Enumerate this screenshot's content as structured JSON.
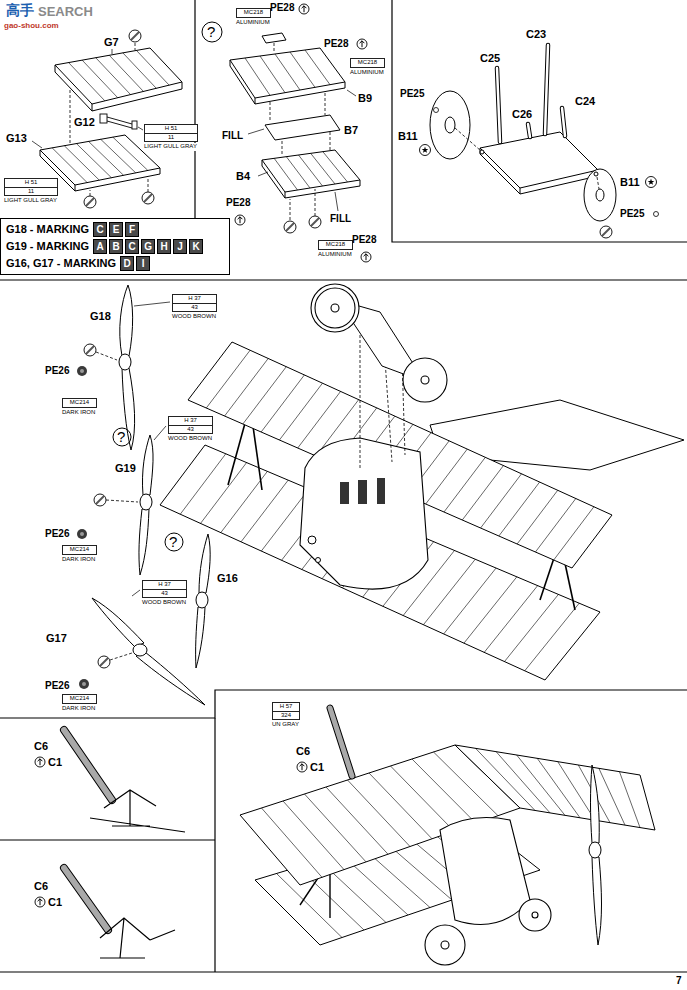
{
  "diagram": {
    "nodes": [
      {
        "text": [
          "H 51",
          "11",
          "LIGHT GULL GRAY"
        ]
      },
      {
        "text": [
          "H 51",
          "11",
          "LIGHT GULL GRAY"
        ]
      },
      {
        "text": [
          "MC218",
          "ALUMINIUM"
        ]
      },
      {
        "text": [
          "MC218",
          "ALUMINIUM"
        ]
      },
      {
        "text": [
          "MC218",
          "ALUMINIUM"
        ]
      },
      {
        "text": [
          "G18 - MARKING",
          "C",
          "E",
          "F",
          "G19 - MARKING",
          "A",
          "B",
          "C",
          "G",
          "H",
          "J",
          "K",
          "G16, G17 - MARKING",
          "D",
          "I"
        ]
      },
      {
        "text": [
          "H 37",
          "43",
          "WOOD BROWN"
        ]
      },
      {
        "text": [
          "MC214",
          "DARK IRON"
        ]
      },
      {
        "text": [
          "H 37",
          "43",
          "WOOD BROWN"
        ]
      },
      {
        "text": [
          "MC214",
          "DARK IRON"
        ]
      },
      {
        "text": [
          "H 37",
          "43",
          "WOOD BROWN"
        ]
      },
      {
        "text": [
          "MC214",
          "DARK IRON"
        ]
      },
      {
        "text": [
          "H 57",
          "324",
          "UN GRAY"
        ]
      }
    ],
    "labels": [
      "高手",
      "SEARCH",
      "gao-shou.com",
      "G7",
      "G12",
      "G13",
      "?",
      "PE28",
      "PE28",
      "B9",
      "FILL",
      "B7",
      "B4",
      "PE28",
      "FILL",
      "PE28",
      "C23",
      "C25",
      "PE25",
      "C24",
      "C26",
      "B11",
      "B11",
      "PE25",
      "G18",
      "PE26",
      "?",
      "G19",
      "PE26",
      "?",
      "G17",
      "PE26",
      "G16",
      "C6",
      "C1",
      "C6",
      "C1",
      "C6",
      "C1",
      "7"
    ]
  }
}
